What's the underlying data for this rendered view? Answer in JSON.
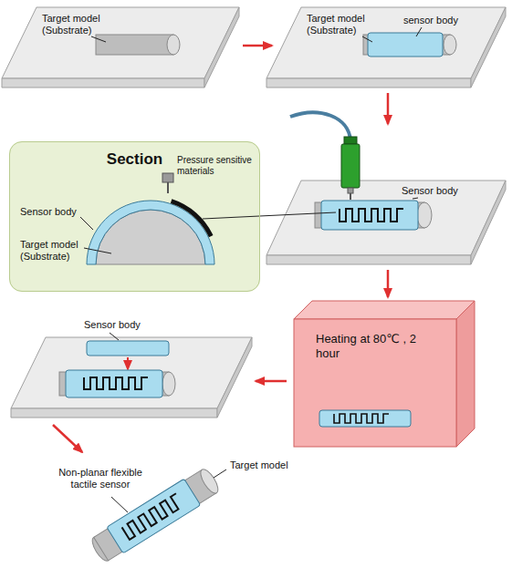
{
  "diagram": {
    "nodes": [
      {
        "text": [
          "Section"
        ]
      },
      {
        "text": [
          "Heating at 80℃ , 2 hour"
        ]
      }
    ],
    "labels": [
      "Target model (Substrate)",
      "Target model (Substrate)",
      "sensor body",
      "Pressure sensitive materials",
      "Sensor body",
      "Target model (Substrate)",
      "Sensor body",
      "Sensor body",
      "Non-planar flexible tactile sensor",
      "Target model"
    ]
  }
}
